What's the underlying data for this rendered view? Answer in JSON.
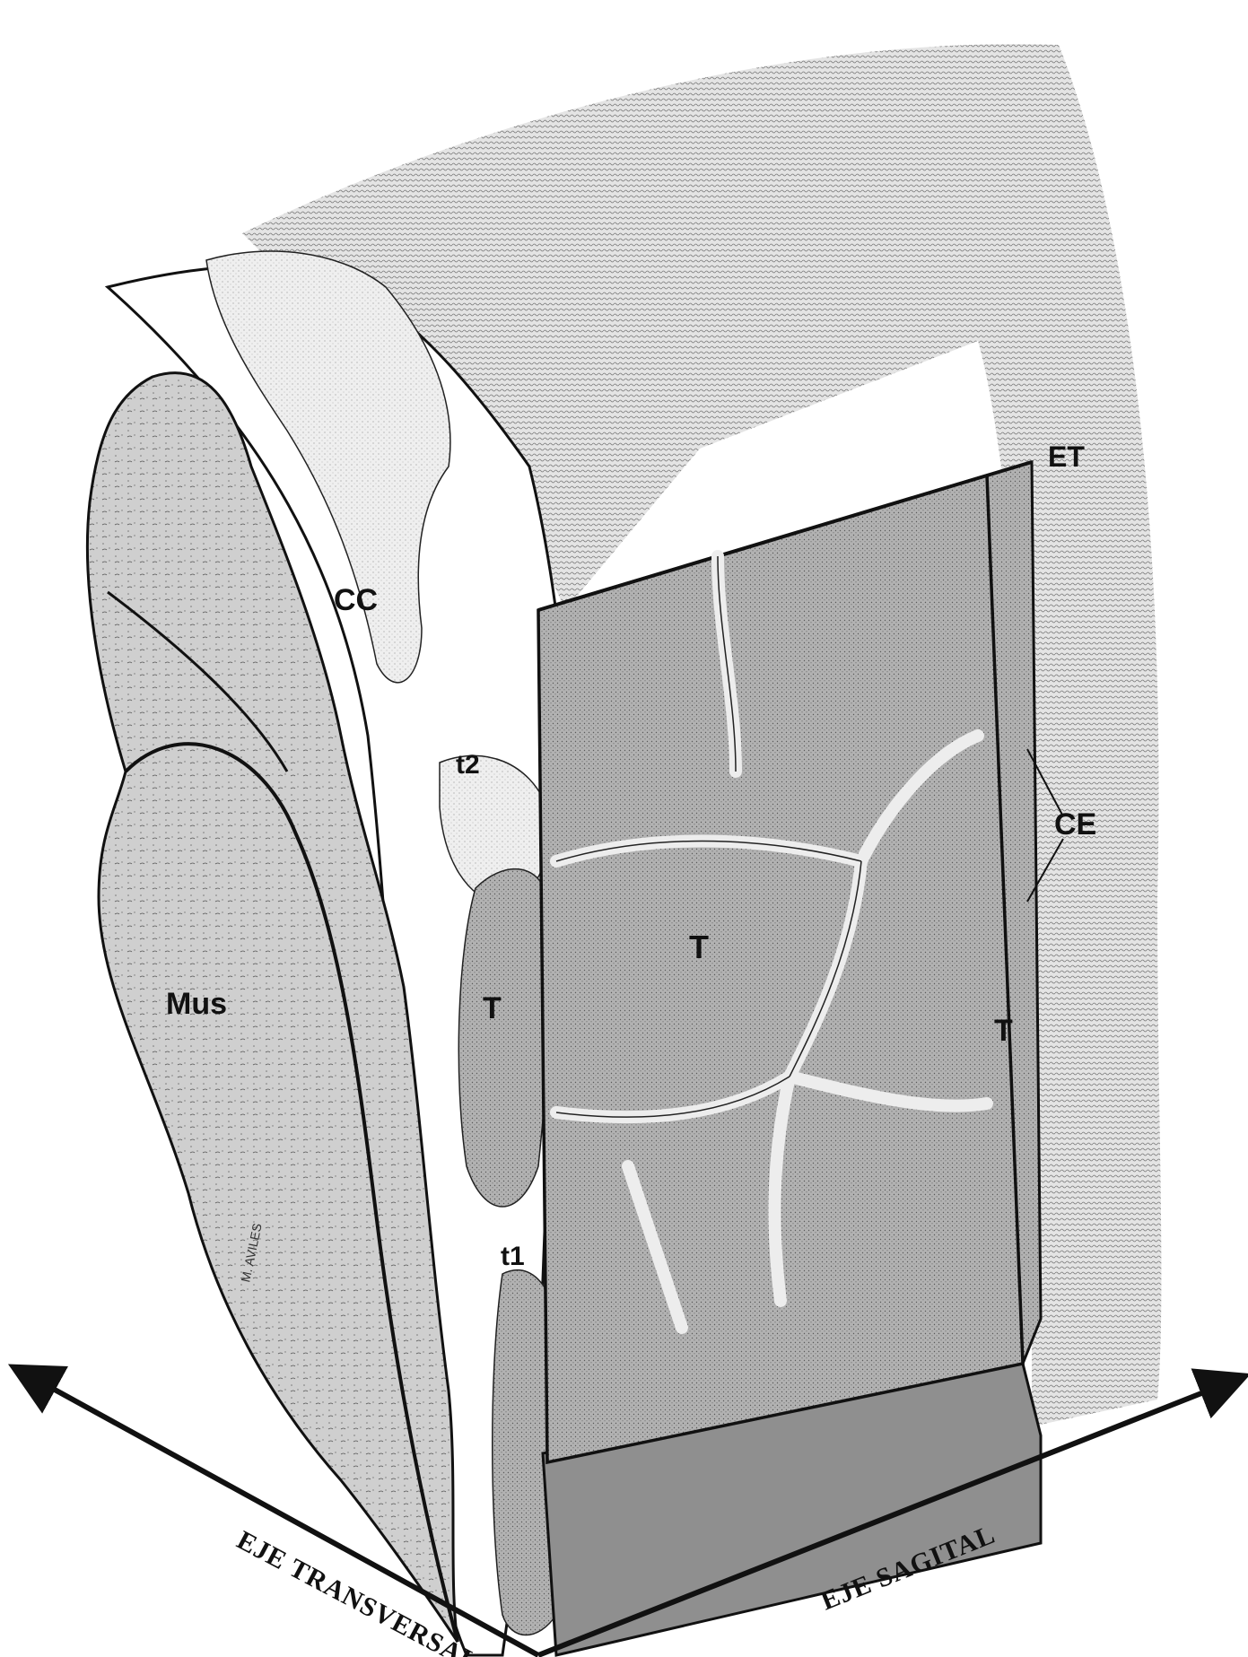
{
  "figure": {
    "labels": {
      "cc": "CC",
      "et": "ET",
      "ce": "CE",
      "t2": "t2",
      "t1": "t1",
      "t_left": "T",
      "t_center": "T",
      "t_right": "T",
      "mus": "Mus"
    },
    "axes": {
      "transversal": "EJE TRANSVERSAL",
      "sagital": "EJE SAGITAL"
    },
    "signature": "M. AVILES"
  },
  "colors": {
    "ink": "#111111",
    "tissue": "#c9c9c9",
    "block_face": "#a9a9a9",
    "block_side": "#8f8f8f",
    "background_shade": "#cfcfcf"
  }
}
